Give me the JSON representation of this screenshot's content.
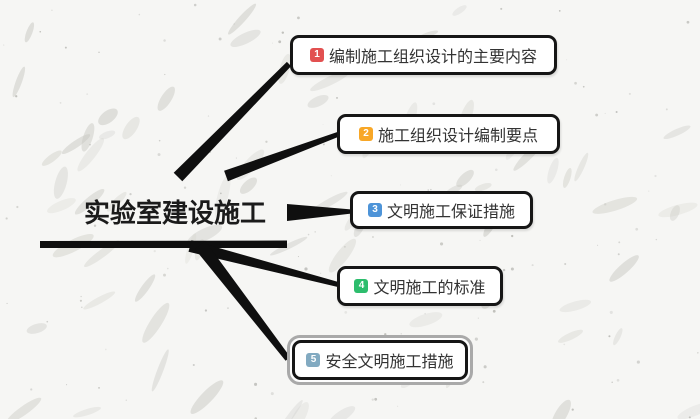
{
  "root": {
    "label": "实验室建设施工"
  },
  "nodes": [
    {
      "badge": "1",
      "badge_color": "#e25050",
      "label": "编制施工组织设计的主要内容",
      "selected": false
    },
    {
      "badge": "2",
      "badge_color": "#f8a727",
      "label": "施工组织设计编制要点",
      "selected": false
    },
    {
      "badge": "3",
      "badge_color": "#4e94d8",
      "label": "文明施工保证措施",
      "selected": false
    },
    {
      "badge": "4",
      "badge_color": "#2dbd6d",
      "label": "文明施工的标准",
      "selected": false
    },
    {
      "badge": "5",
      "badge_color": "#82aac1",
      "label": "安全文明施工措施",
      "selected": true
    }
  ],
  "colors": {
    "background": "#f6f6f4",
    "branch": "#0f0f0f",
    "node_border": "#161616",
    "node_background": "#ffffff",
    "selection_ring": "#a9a9a9",
    "topic_text": "#1b1b1b",
    "node_text": "#333333"
  }
}
